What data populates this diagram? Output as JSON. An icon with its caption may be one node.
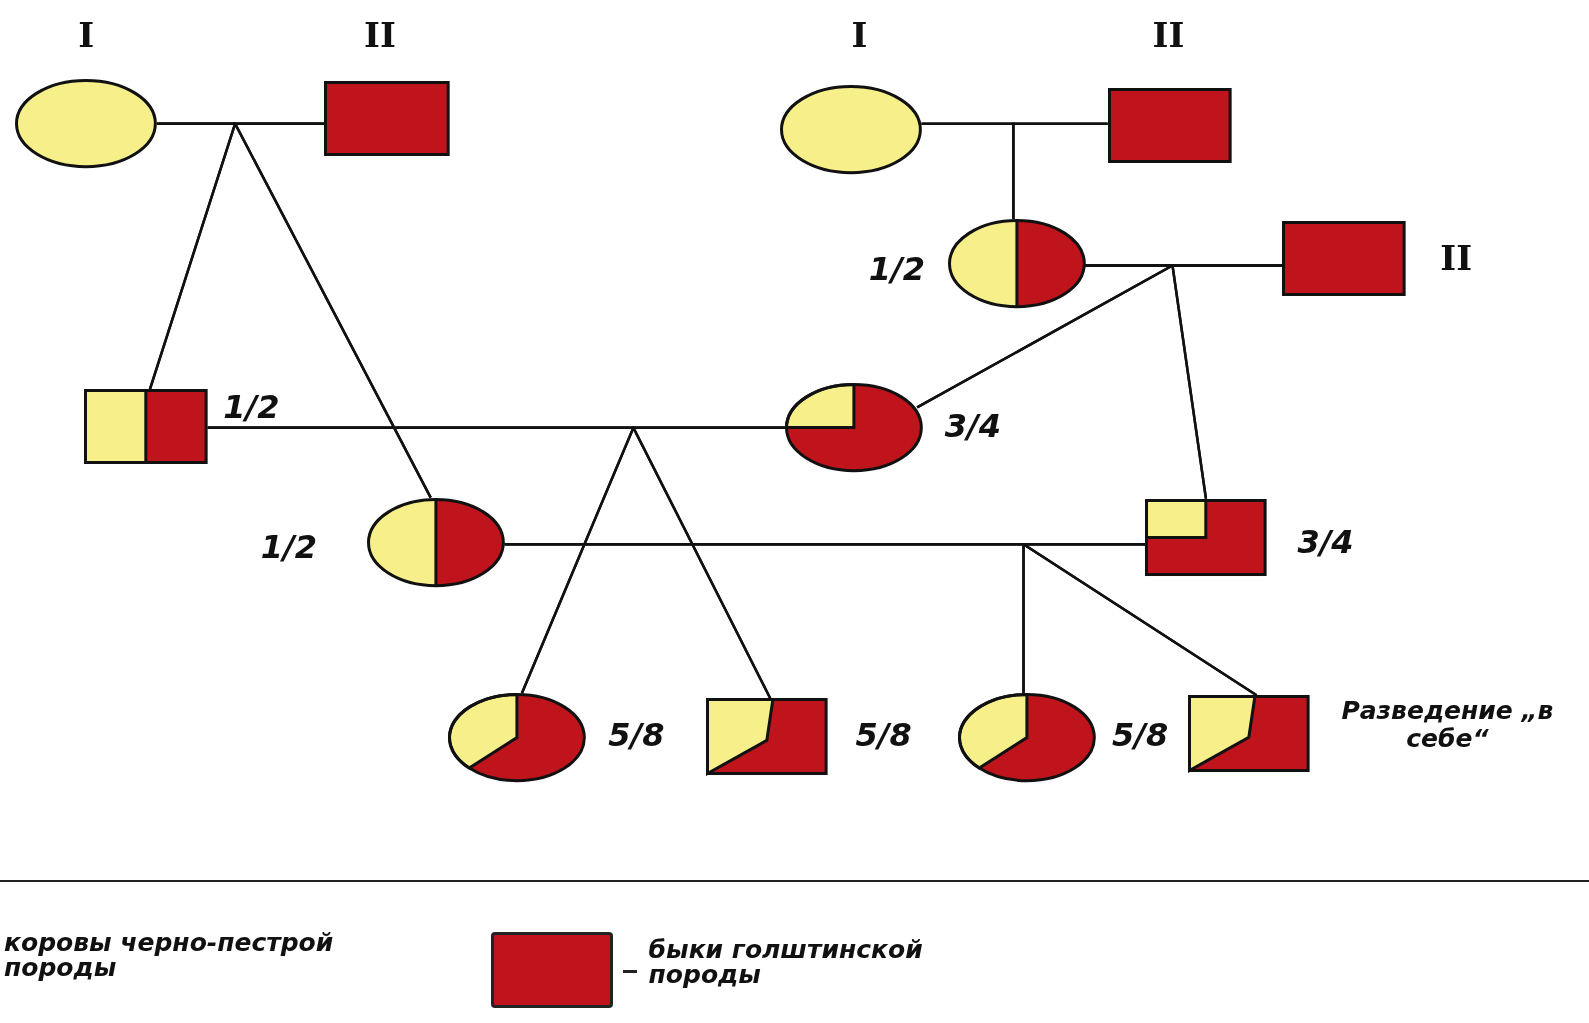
{
  "diagram": {
    "nodes": [
      {
        "text": [],
        "shape": "circle",
        "beside": [
          "I"
        ]
      },
      {
        "text": [],
        "shape": "box",
        "beside": [
          "II"
        ]
      },
      {
        "text": [],
        "shape": "circle",
        "beside": [
          "I"
        ]
      },
      {
        "text": [],
        "shape": "box",
        "beside": [
          "II"
        ]
      },
      {
        "text": [],
        "shape": "circle",
        "beside": [
          "1/2"
        ]
      },
      {
        "text": [],
        "shape": "box",
        "beside": [
          "II"
        ]
      },
      {
        "text": [],
        "shape": "box",
        "beside": [
          "1/2"
        ]
      },
      {
        "text": [],
        "shape": "circle",
        "beside": [
          "3/4"
        ]
      },
      {
        "text": [],
        "shape": "circle",
        "beside": [
          "1/2"
        ]
      },
      {
        "text": [],
        "shape": "box",
        "beside": [
          "3/4"
        ]
      },
      {
        "text": [],
        "shape": "circle",
        "beside": [
          "5/8"
        ]
      },
      {
        "text": [],
        "shape": "box",
        "beside": [
          "5/8"
        ]
      },
      {
        "text": [],
        "shape": "circle",
        "beside": [
          "5/8"
        ]
      },
      {
        "text": [],
        "shape": "box"
      }
    ],
    "edges": [
      {
        "from": 0,
        "to": 1,
        "arrow": "none"
      },
      {
        "from": 0,
        "to": 6,
        "arrow": "none"
      },
      {
        "from": 1,
        "to": 6,
        "arrow": "none"
      },
      {
        "from": 0,
        "to": 8,
        "arrow": "none"
      },
      {
        "from": 1,
        "to": 8,
        "arrow": "none"
      },
      {
        "from": 2,
        "to": 3,
        "arrow": "none"
      },
      {
        "from": 2,
        "to": 4,
        "arrow": "none"
      },
      {
        "from": 3,
        "to": 4,
        "arrow": "none"
      },
      {
        "from": 4,
        "to": 5,
        "arrow": "none"
      },
      {
        "from": 4,
        "to": 7,
        "arrow": "none"
      },
      {
        "from": 5,
        "to": 7,
        "arrow": "none"
      },
      {
        "from": 4,
        "to": 9,
        "arrow": "none"
      },
      {
        "from": 5,
        "to": 9,
        "arrow": "none"
      },
      {
        "from": 6,
        "to": 7,
        "arrow": "none"
      },
      {
        "from": 6,
        "to": 10,
        "arrow": "none"
      },
      {
        "from": 7,
        "to": 10,
        "arrow": "none"
      },
      {
        "from": 6,
        "to": 11,
        "arrow": "none"
      },
      {
        "from": 7,
        "to": 11,
        "arrow": "none"
      },
      {
        "from": 8,
        "to": 9,
        "arrow": "none"
      },
      {
        "from": 8,
        "to": 12,
        "arrow": "none"
      },
      {
        "from": 9,
        "to": 12,
        "arrow": "none"
      },
      {
        "from": 8,
        "to": 13,
        "arrow": "none"
      },
      {
        "from": 9,
        "to": 13,
        "arrow": "none"
      }
    ],
    "labels": [
      "Разведение „в себе“"
    ],
    "legend": [
      {
        "text": "коровы черно-пестрой породы"
      },
      {
        "text": "быки голштинской породы",
        "color": "#c0141c"
      }
    ]
  }
}
